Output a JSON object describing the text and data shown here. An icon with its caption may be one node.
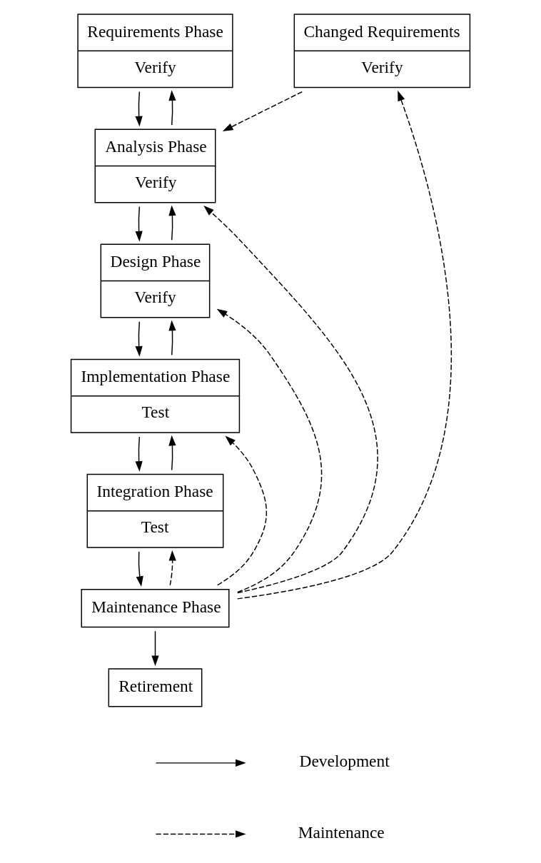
{
  "diagram": {
    "nodes": [
      {
        "text": [
          "Requirements Phase",
          "Verify"
        ]
      },
      {
        "text": [
          "Changed Requirements",
          "Verify"
        ]
      },
      {
        "text": [
          "Analysis Phase",
          "Verify"
        ]
      },
      {
        "text": [
          "Design Phase",
          "Verify"
        ]
      },
      {
        "text": [
          "Implementation Phase",
          "Test"
        ]
      },
      {
        "text": [
          "Integration Phase",
          "Test"
        ]
      },
      {
        "text": [
          "Maintenance Phase"
        ]
      },
      {
        "text": [
          "Retirement"
        ]
      }
    ],
    "edges": [
      {
        "from": 0,
        "to": 2,
        "arrow": "to"
      },
      {
        "from": 2,
        "to": 0,
        "arrow": "to"
      },
      {
        "from": 1,
        "to": 2,
        "arrow": "to",
        "style": "dashed"
      },
      {
        "from": 2,
        "to": 3,
        "arrow": "to"
      },
      {
        "from": 3,
        "to": 2,
        "arrow": "to"
      },
      {
        "from": 3,
        "to": 4,
        "arrow": "to"
      },
      {
        "from": 4,
        "to": 3,
        "arrow": "to"
      },
      {
        "from": 4,
        "to": 5,
        "arrow": "to"
      },
      {
        "from": 5,
        "to": 4,
        "arrow": "to"
      },
      {
        "from": 5,
        "to": 6,
        "arrow": "to"
      },
      {
        "from": 6,
        "to": 7,
        "arrow": "to"
      },
      {
        "from": 6,
        "to": 1,
        "arrow": "to",
        "style": "dashed"
      },
      {
        "from": 6,
        "to": 2,
        "arrow": "to",
        "style": "dashed"
      },
      {
        "from": 6,
        "to": 3,
        "arrow": "to",
        "style": "dashed"
      },
      {
        "from": 6,
        "to": 4,
        "arrow": "to",
        "style": "dashed"
      },
      {
        "from": 6,
        "to": 5,
        "arrow": "to",
        "style": "dashed"
      }
    ],
    "legend": [
      {
        "text": "Development"
      },
      {
        "text": "Maintenance"
      }
    ]
  }
}
